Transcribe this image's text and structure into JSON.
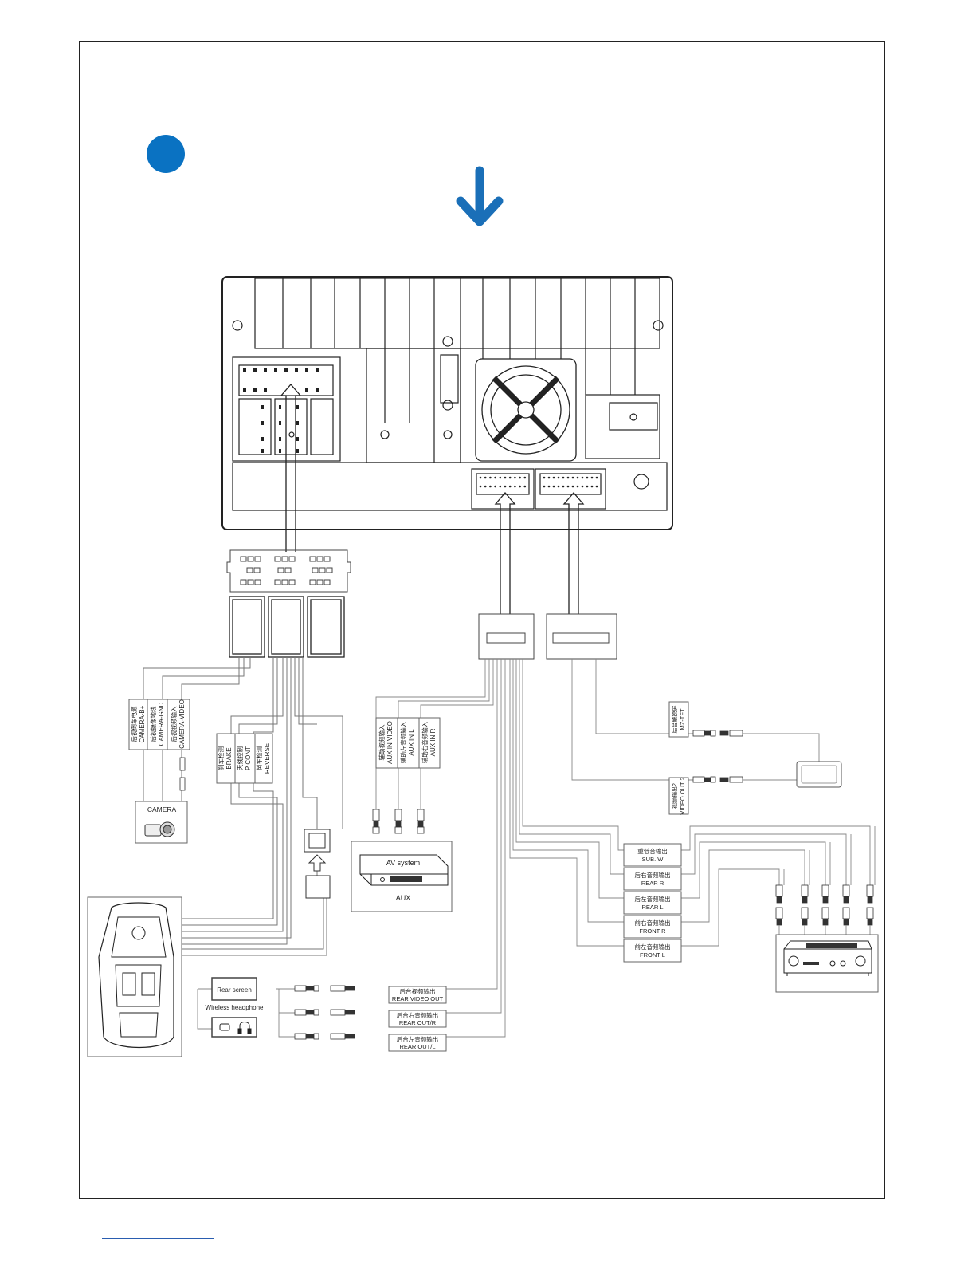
{
  "step_marker_color": "#0a72c2",
  "arrow_color": "#1a6fb8",
  "labels": {
    "camera": "CAMERA",
    "camera_b_cn": "后视倒车电源",
    "camera_b": "CAMERA-B+",
    "camera_gnd_cn": "后视摄像地线",
    "camera_gnd": "CAMERA-GND",
    "camera_video_cn": "后视视频输入",
    "camera_video": "CAMERA-VIDEO",
    "brake_cn": "刹车检测",
    "brake": "BRAKE",
    "pcont_cn": "天线控制",
    "pcont": "P CONT",
    "reverse_cn": "倒车检测",
    "reverse": "REVERSE",
    "aux_video_cn": "辅助视频输入",
    "aux_video": "AUX IN VIDEO",
    "aux_l_cn": "辅助左音频输入",
    "aux_l": "AUX IN L",
    "aux_r_cn": "辅助右音频输入",
    "aux_r": "AUX IN R",
    "av_system": "AV system",
    "aux": "AUX",
    "mz_tft_cn": "后台触摸屏",
    "mz_tft": "MZ-TFT",
    "video_out2_cn": "视频输出2",
    "video_out2": "VIDEO OUT 2",
    "subw_cn": "重低音输出",
    "subw": "SUB. W",
    "rear_r_cn": "后右音频输出",
    "rear_r": "REAR R",
    "rear_l_cn": "后左音频输出",
    "rear_l": "REAR L",
    "front_r_cn": "前右音频输出",
    "front_r": "FRONT R",
    "front_l_cn": "前左音频输出",
    "front_l": "FRONT L",
    "rear_screen": "Rear screen",
    "wireless_headphone": "Wireless headphone",
    "rear_video_out_cn": "后台视频输出",
    "rear_video_out": "REAR VIDEO OUT",
    "rear_out_r_cn": "后台右音频输出",
    "rear_out_r": "REAR OUT/R",
    "rear_out_l_cn": "后台左音频输出",
    "rear_out_l": "REAR OUT/L"
  }
}
